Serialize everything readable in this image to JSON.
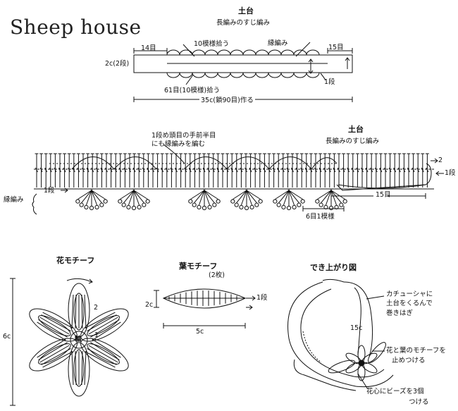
{
  "title": "Sheep house",
  "top": {
    "heading": "土台",
    "subheading": "長編みのすじ編み",
    "left_count": "14目",
    "pickup": "10模様拾う",
    "edging": "縁編み",
    "right_count": "15目",
    "height": "2c(2段)",
    "row": "1段",
    "bottom_pickup": "61目(10模様)拾う",
    "length": "35c(鎖90目)作る"
  },
  "mid": {
    "note1": "1段め頭目の手前半目",
    "note2": "にも縁編みを編む",
    "heading": "土台",
    "subheading": "長編みのすじ編み",
    "row2": "2",
    "row1": "1段",
    "edging_label": "縁編み",
    "edging_row": "1段",
    "count": "15目",
    "repeat": "6目1模様"
  },
  "flower": {
    "title": "花モチーフ",
    "center": "輪",
    "row2": "2",
    "row1": "1",
    "size": "6c"
  },
  "leaf": {
    "title": "葉モチーフ",
    "qty": "(2枚)",
    "height": "2c",
    "row": "1段",
    "width": "5c"
  },
  "finish": {
    "title": "でき上がり図",
    "note1a": "カチューシャに",
    "note1b": "土台をくるんで",
    "note1c": "巻きはぎ",
    "size": "15c",
    "note2a": "花と葉のモチーフを",
    "note2b": "止めつける",
    "note3a": "花心にビーズを3個",
    "note3b": "つける"
  }
}
